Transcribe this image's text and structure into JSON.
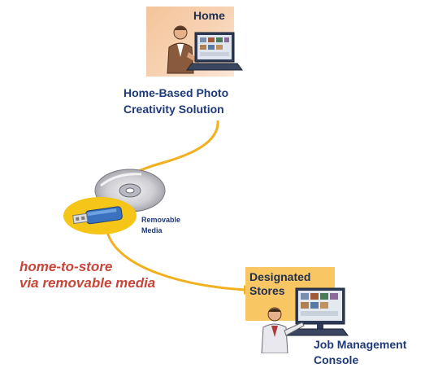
{
  "home": {
    "title": "Home",
    "caption_line1": "Home-Based Photo",
    "caption_line2": "Creativity Solution"
  },
  "media": {
    "label_line1": "Removable",
    "label_line2": "Media"
  },
  "flow": {
    "label_line1": "home-to-store",
    "label_line2": "via removable media"
  },
  "store": {
    "title_line1": "Designated",
    "title_line2": "Stores",
    "caption_line1": "Job Management",
    "caption_line2": "Console"
  },
  "colors": {
    "connector": "#f2b01e",
    "home_box": "#f6c9a4",
    "store_box": "#f8c663",
    "caption_text": "#1f3a7a",
    "flow_text": "#c8453a",
    "usb_ellipse": "#f5c518"
  },
  "icons": [
    "person-at-laptop-icon",
    "cd-disc-icon",
    "usb-drive-icon",
    "person-presenting-icon"
  ]
}
